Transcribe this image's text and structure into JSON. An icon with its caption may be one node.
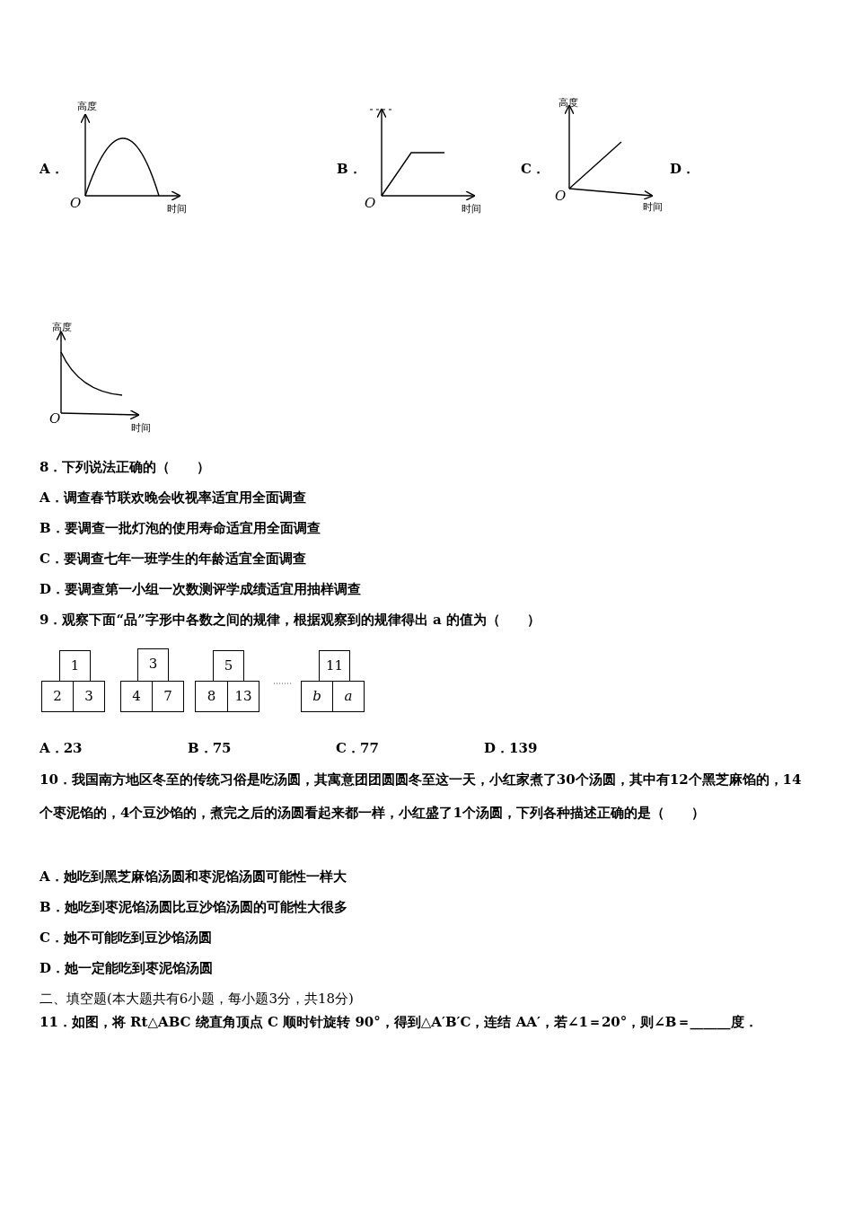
{
  "diagram": {
    "labels": [
      "A．",
      "高度",
      "O",
      "时间",
      "B．",
      "O",
      "时间",
      "C．",
      "高度",
      "O",
      "时间",
      "D．",
      "高度",
      "O",
      "时间",
      "8．下列说法正确的（　　）",
      "A．调查春节联欢晚会收视率适宜用全面调查",
      "B．要调查一批灯泡的使用寿命适宜用全面调查",
      "C．要调查七年一班学生的年龄适宜全面调查",
      "D．要调查第一小组一次数测评学成绩适宜用抽样调查",
      "9．观察下面“品”字形中各数之间的规律，根据观察到的规律得出 a 的值为（　　）",
      "1",
      "2",
      "3",
      "3",
      "4",
      "7",
      "5",
      "8",
      "13",
      "11",
      "b",
      "a",
      "A．23",
      "B．75",
      "C．77",
      "D．139",
      "10．我国南方地区冬至的传统习俗是吃汤圆，其寓意团团圆圆冬至这一天，小红家煮了30个汤圆，其中有12个黑芝麻馅的，14个枣泥馅的，4个豆沙馅的，煮完之后的汤圆看起来都一样，小红盛了1个汤圆，下列各种描述正确的是（　　）",
      "A．她吃到黑芝麻馅汤圆和枣泥馅汤圆可能性一样大",
      "B．她吃到枣泥馅汤圆比豆沙馅汤圆的可能性大很多",
      "C．她不可能吃到豆沙馅汤圆",
      "D．她一定能吃到枣泥馅汤圆",
      "二、填空题(本大题共有6小题，每小题3分，共18分)",
      "11．如图，将 Rt△ABC 绕直角顶点 C 顺时针旋转 90°，得到△A′B′C，连结 AA′，若∠1＝20°，则∠B＝______度．"
    ]
  }
}
